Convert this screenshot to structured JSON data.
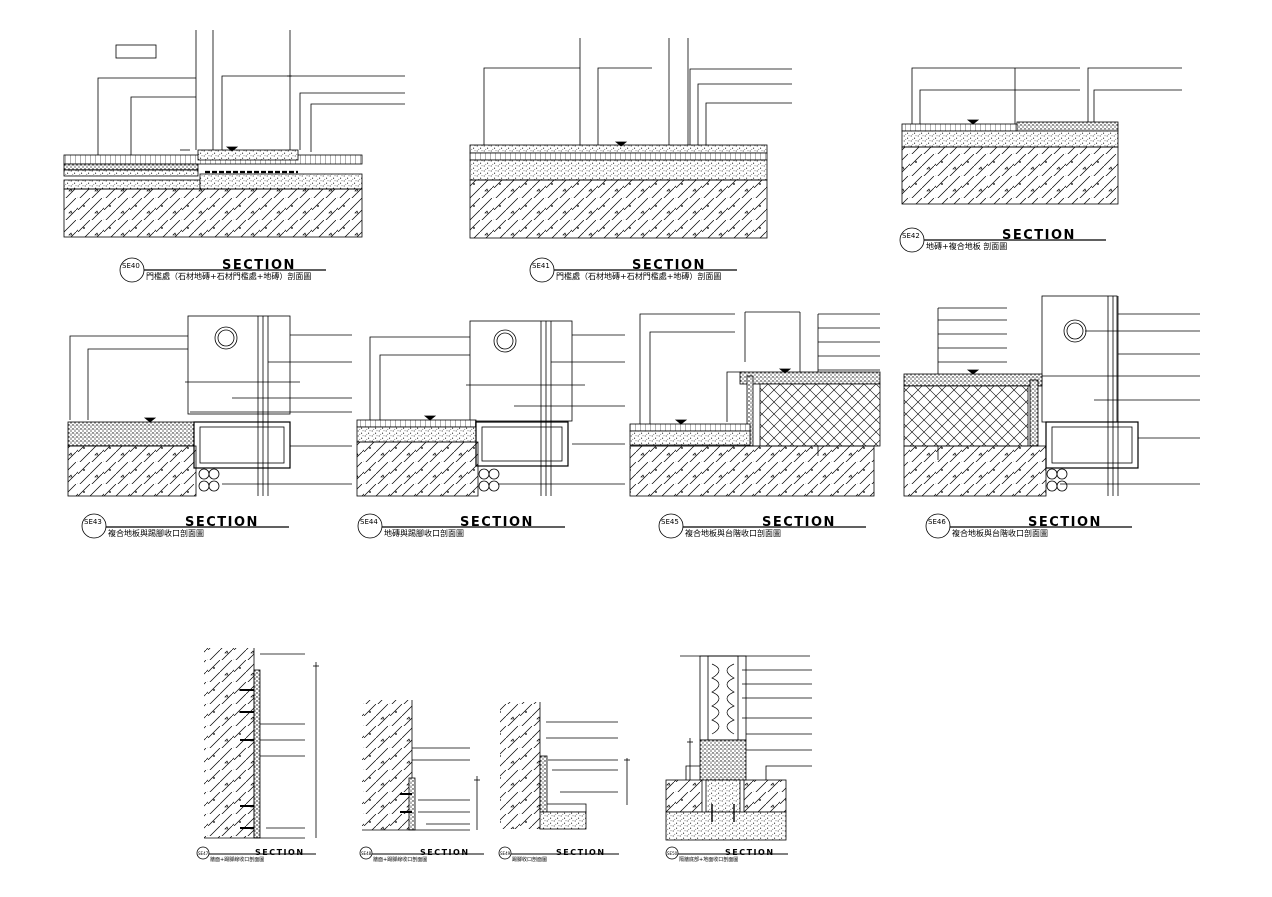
{
  "sheet": {
    "details": [
      {
        "tag": "SE40",
        "title": "SECTION",
        "caption": "門檻處（石材地磚+石材門檻處+地磚）剖面圖"
      },
      {
        "tag": "SE41",
        "title": "SECTION",
        "caption": "門檻處（石材地磚+石材門檻處+地磚）剖面圖"
      },
      {
        "tag": "SE42",
        "title": "SECTION",
        "caption": "地磚+複合地板 剖面圖"
      },
      {
        "tag": "SE43",
        "title": "SECTION",
        "caption": "複合地板與踢腳收口剖面圖"
      },
      {
        "tag": "SE44",
        "title": "SECTION",
        "caption": "地磚與踢腳收口剖面圖"
      },
      {
        "tag": "SE45",
        "title": "SECTION",
        "caption": "複合地板與台階收口剖面圖"
      },
      {
        "tag": "SE46",
        "title": "SECTION",
        "caption": "複合地板與台階收口剖面圖"
      },
      {
        "tag": "SE47",
        "title": "SECTION",
        "caption": "牆面+踢腳線收口剖面圖"
      },
      {
        "tag": "SE48",
        "title": "SECTION",
        "caption": "牆面+踢腳線收口剖面圖"
      },
      {
        "tag": "SE49",
        "title": "SECTION",
        "caption": "踢腳收口剖面圖"
      },
      {
        "tag": "SE50",
        "title": "SECTION",
        "caption": "隔牆底部+地面收口剖面圖"
      }
    ]
  }
}
